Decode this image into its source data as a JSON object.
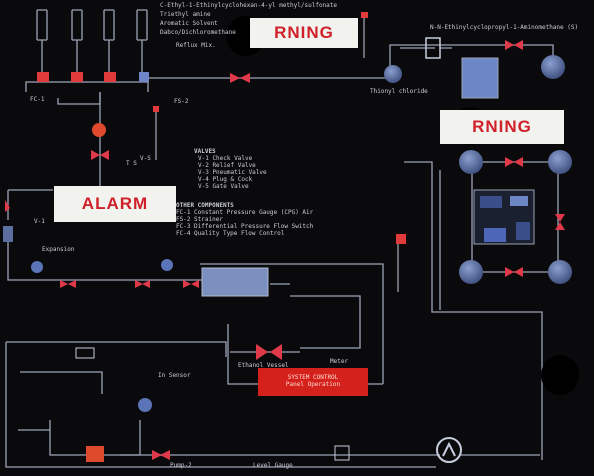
{
  "header": {
    "lines": [
      "C-Ethyl-1-Ethinylcyclohexan-4-yl methyl/sulfonate",
      "Triethyl amine",
      "Aromatic Solvent",
      "Dabco/Dichloromethane"
    ],
    "reflux_label": "Reflux Mix.",
    "right_line": "N-N-Ethinylcyclopropyl-1-Aminomethane (S)"
  },
  "signs": {
    "warning_top": "RNING",
    "warning_right": "RNING",
    "alarm": "ALARM"
  },
  "labels": {
    "fc1": "FC-1",
    "fs2": "FS-2",
    "ts": "T S",
    "vs": "V-S",
    "v1": "V-1",
    "thionyl": "Thionyl chloride",
    "expansion": "Expansion",
    "vessel": "Ethanol Vessel",
    "level_gauge": "Level Gauge",
    "sensor": "In Sensor",
    "meter": "Meter",
    "pump": "Pump-2"
  },
  "legend": {
    "valves_title": "VALVES",
    "valves": [
      "V-1  Check Valve",
      "V-2  Relief Valve",
      "V-3  Pneumatic Valve",
      "V-4  Plug & Cock",
      "V-5  Gate Valve"
    ],
    "other_title": "OTHER COMPONENTS",
    "other": [
      "FC-1  Constant Pressure Gauge (CPG) Air",
      "FS-2  Strainer",
      "FC-3  Differential Pressure Flow Switch",
      "FC-4  Quality Type Flow Control"
    ]
  },
  "red_panel": {
    "line1": "SYSTEM CONTROL",
    "line2": "Panel Operation"
  },
  "colors": {
    "pipe": "#9aa3b5",
    "valve": "#e03a4a",
    "vessel": "#5d6fa0",
    "background": "#0a0a0c",
    "alarm_text": "#d0202a"
  }
}
